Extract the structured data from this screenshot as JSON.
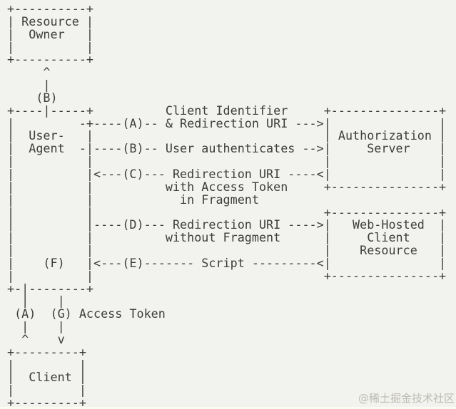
{
  "colors": {
    "background": "#f2f2ee",
    "ink": "#3d3d3d",
    "watermark": "#bcbcb3",
    "bottom_strip": "#fbfbf2"
  },
  "diagram": {
    "type": "ascii-flow-diagram",
    "boxes": [
      "Resource Owner",
      "User-Agent",
      "Authorization Server",
      "Web-Hosted Client Resource",
      "Client"
    ],
    "steps": [
      {
        "id": "(A)",
        "label": "Client Identifier & Redirection URI"
      },
      {
        "id": "(B)",
        "label": "User authenticates"
      },
      {
        "id": "(C)",
        "label": "Redirection URI with Access Token in Fragment"
      },
      {
        "id": "(D)",
        "label": "Redirection URI without Fragment"
      },
      {
        "id": "(E)",
        "label": "Script"
      },
      {
        "id": "(F)",
        "label": ""
      },
      {
        "id": "(G)",
        "label": "Access Token"
      }
    ],
    "lines": [
      "+----------+",
      "| Resource |",
      "|  Owner   |",
      "|          |",
      "+----------+",
      "     ^",
      "     |",
      "    (B)",
      "+----|-----+          Client Identifier     +---------------+",
      "|         -+----(A)-- & Redirection URI --->|               |",
      "|  User-   |                                | Authorization |",
      "|  Agent  -|----(B)-- User authenticates -->|     Server    |",
      "|          |                                |               |",
      "|          |<---(C)--- Redirection URI ----<|               |",
      "|          |          with Access Token     +---------------+",
      "|          |            in Fragment",
      "|          |                                +---------------+",
      "|          |----(D)--- Redirection URI ---->|   Web-Hosted  |",
      "|          |          without Fragment      |     Client    |",
      "|          |                                |    Resource   |",
      "|    (F)   |<---(E)------- Script ---------<|               |",
      "|          |                                +---------------+",
      "+-|--------+",
      "  |    |",
      " (A)  (G) Access Token",
      "  |    |",
      "  ^    v",
      "+---------+",
      "|         |",
      "|  Client |",
      "|         |",
      "+---------+"
    ]
  },
  "watermark": {
    "text": "@稀土掘金技术社区"
  }
}
